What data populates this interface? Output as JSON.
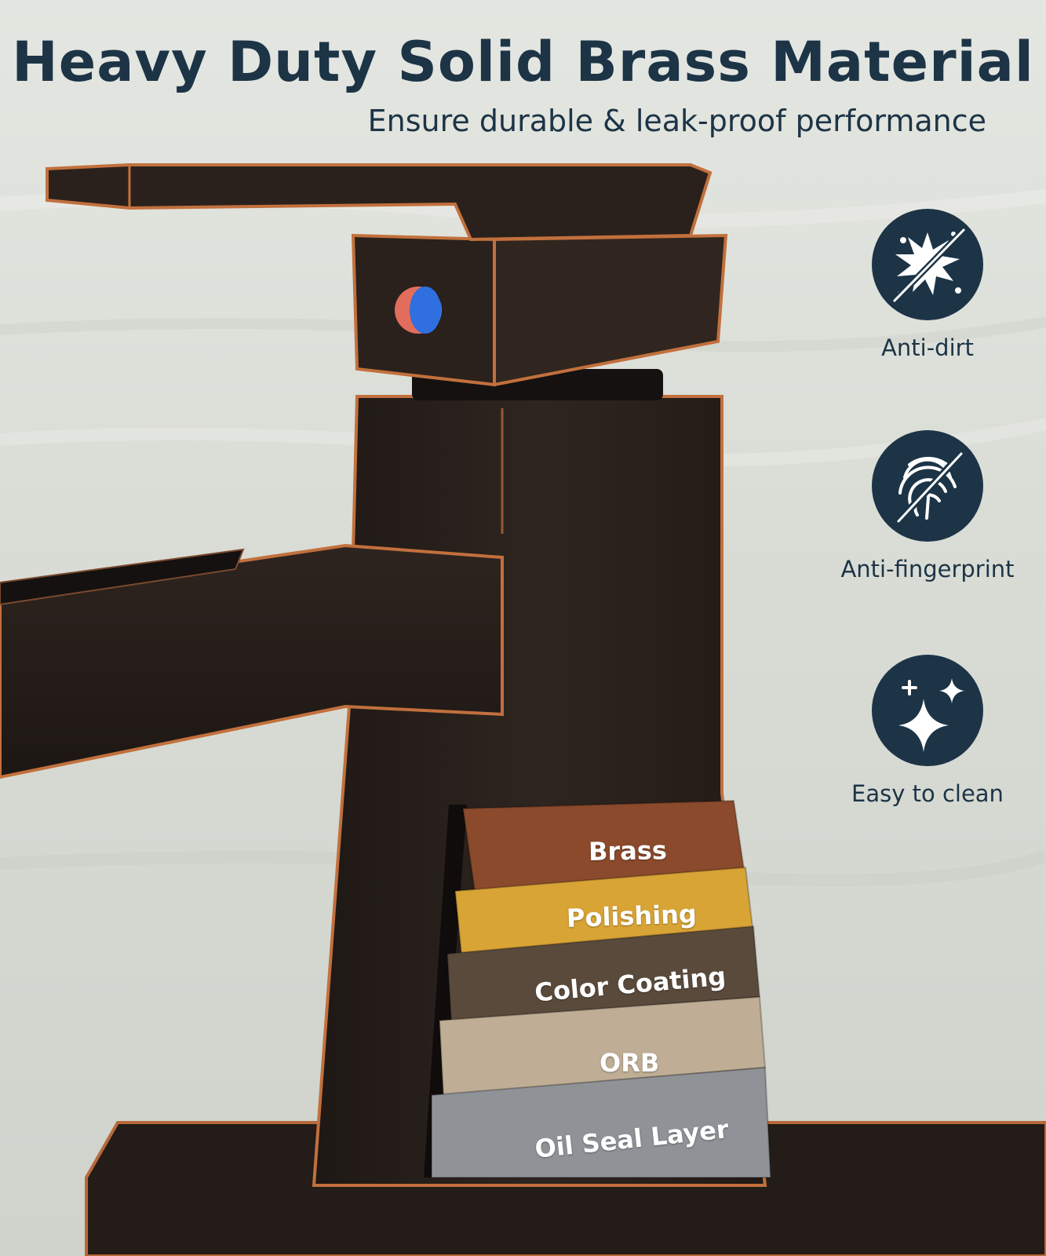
{
  "header": {
    "title": "Heavy Duty Solid Brass Material",
    "subtitle": "Ensure durable & leak-proof performance"
  },
  "features": [
    {
      "label": "Anti-dirt",
      "icon": "splash-crossed-icon"
    },
    {
      "label": "Anti-fingerprint",
      "icon": "fingerprint-crossed-icon"
    },
    {
      "label": "Easy to clean",
      "icon": "sparkles-icon"
    }
  ],
  "layers": [
    {
      "label": "Brass",
      "color": "#8b4a2c"
    },
    {
      "label": "Polishing",
      "color": "#d9a436"
    },
    {
      "label": "Color Coating",
      "color": "#5a4a3c"
    },
    {
      "label": "ORB",
      "color": "#bfae95"
    },
    {
      "label": "Oil Seal Layer",
      "color": "#8f9398"
    }
  ],
  "colors": {
    "accent": "#1c3446",
    "faucet_body": "#2b221d",
    "copper_edge": "#c2703d",
    "background": "#dcdfd9"
  }
}
